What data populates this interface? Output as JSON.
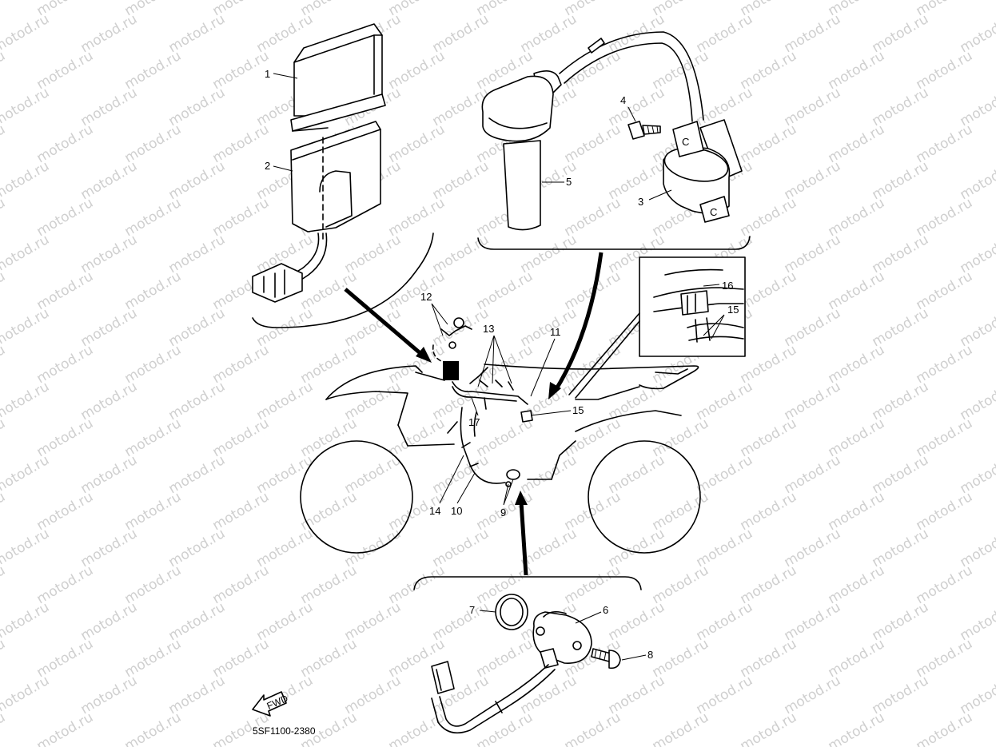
{
  "watermark": "motod.ru",
  "drawing_code": "5SF1100-2380",
  "fwd_label": "FWD",
  "callouts": [
    {
      "id": "c1",
      "label": "1"
    },
    {
      "id": "c2",
      "label": "2"
    },
    {
      "id": "c3",
      "label": "3"
    },
    {
      "id": "c4",
      "label": "4"
    },
    {
      "id": "c5",
      "label": "5"
    },
    {
      "id": "c6",
      "label": "6"
    },
    {
      "id": "c7",
      "label": "7"
    },
    {
      "id": "c8",
      "label": "8"
    },
    {
      "id": "c9",
      "label": "9"
    },
    {
      "id": "c10",
      "label": "10"
    },
    {
      "id": "c11",
      "label": "11"
    },
    {
      "id": "c12",
      "label": "12"
    },
    {
      "id": "c13",
      "label": "13"
    },
    {
      "id": "c14",
      "label": "14"
    },
    {
      "id": "c15a",
      "label": "15"
    },
    {
      "id": "c15b",
      "label": "15"
    },
    {
      "id": "c16",
      "label": "16"
    },
    {
      "id": "c17",
      "label": "17"
    }
  ],
  "coil_marks": [
    "C",
    "C"
  ]
}
